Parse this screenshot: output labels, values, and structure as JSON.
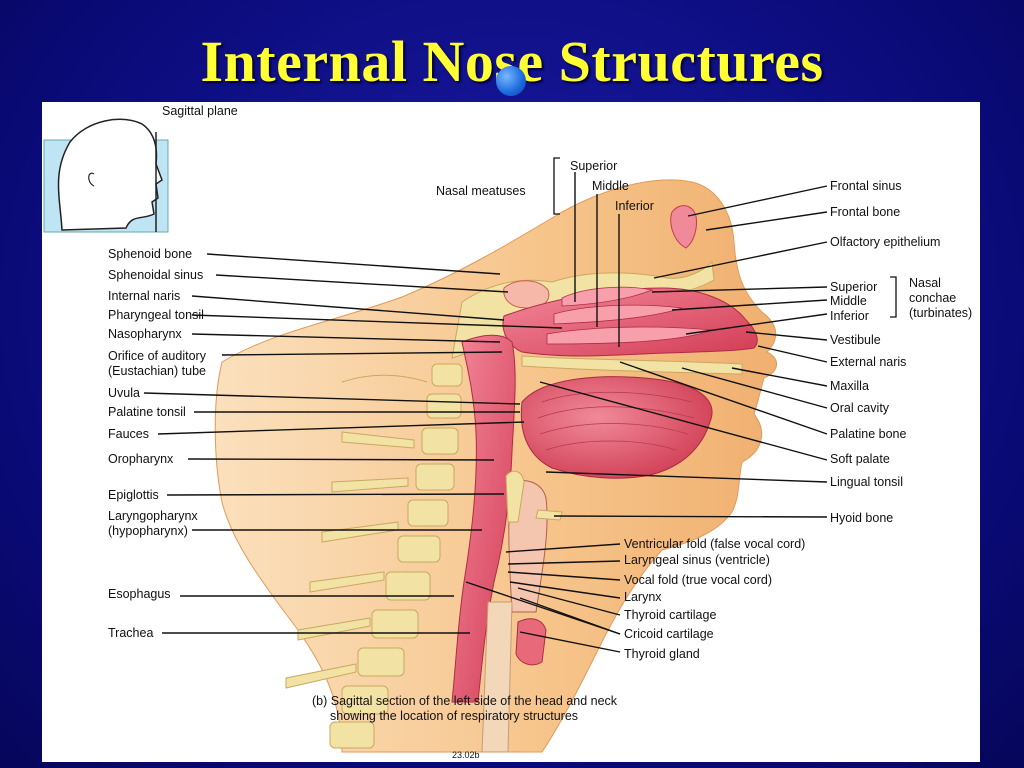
{
  "title": "Internal Nose Structures",
  "inset_label": "Sagittal plane",
  "labels_left": {
    "sphenoid_bone": "Sphenoid bone",
    "sphenoidal_sinus": "Sphenoidal sinus",
    "internal_naris": "Internal naris",
    "pharyngeal_tonsil": "Pharyngeal tonsil",
    "nasopharynx": "Nasopharynx",
    "orifice_1": "Orifice of auditory",
    "orifice_2": "(Eustachian) tube",
    "uvula": "Uvula",
    "palatine_tonsil": "Palatine tonsil",
    "fauces": "Fauces",
    "oropharynx": "Oropharynx",
    "epiglottis": "Epiglottis",
    "laryngopharynx_1": "Laryngopharynx",
    "laryngopharynx_2": "(hypopharynx)",
    "esophagus": "Esophagus",
    "trachea": "Trachea"
  },
  "labels_top": {
    "nasal_meatuses": "Nasal meatuses",
    "superior": "Superior",
    "middle": "Middle",
    "inferior": "Inferior"
  },
  "labels_right": {
    "frontal_sinus": "Frontal sinus",
    "frontal_bone": "Frontal bone",
    "olfactory_epithelium": "Olfactory epithelium",
    "conchae_superior": "Superior",
    "conchae_middle": "Middle",
    "conchae_inferior": "Inferior",
    "nasal_conchae_1": "Nasal",
    "nasal_conchae_2": "conchae",
    "nasal_conchae_3": "(turbinates)",
    "vestibule": "Vestibule",
    "external_naris": "External naris",
    "maxilla": "Maxilla",
    "oral_cavity": "Oral cavity",
    "palatine_bone": "Palatine bone",
    "soft_palate": "Soft palate",
    "lingual_tonsil": "Lingual tonsil",
    "hyoid_bone": "Hyoid bone",
    "ventricular_fold": "Ventricular fold (false vocal cord)",
    "laryngeal_sinus": "Laryngeal sinus (ventricle)",
    "vocal_fold": "Vocal fold (true vocal cord)",
    "larynx": "Larynx",
    "thyroid_cartilage": "Thyroid cartilage",
    "cricoid_cartilage": "Cricoid cartilage",
    "thyroid_gland": "Thyroid gland"
  },
  "caption_1": "(b) Sagittal section of the left side of the head and neck",
  "caption_2": "showing the location of respiratory structures",
  "figure_code": "23.02b",
  "colors": {
    "title": "#ffff33",
    "background": "#0e0e8a",
    "skin": "#f6c48a",
    "tissue": "#e8596a",
    "bone": "#f2e2a4"
  }
}
